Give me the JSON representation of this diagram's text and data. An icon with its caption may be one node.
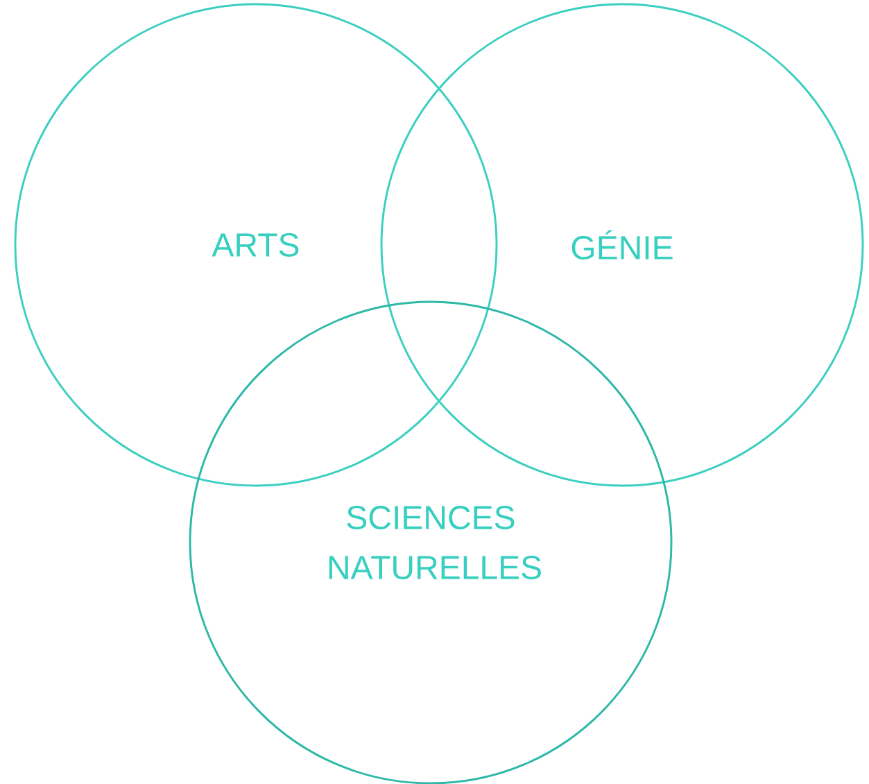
{
  "diagram": {
    "nodes": [
      {
        "text": [
          "ARTS"
        ]
      },
      {
        "text": [
          "GÉNIE"
        ]
      },
      {
        "text": [
          "SCIENCES NATURELLES"
        ]
      }
    ]
  }
}
